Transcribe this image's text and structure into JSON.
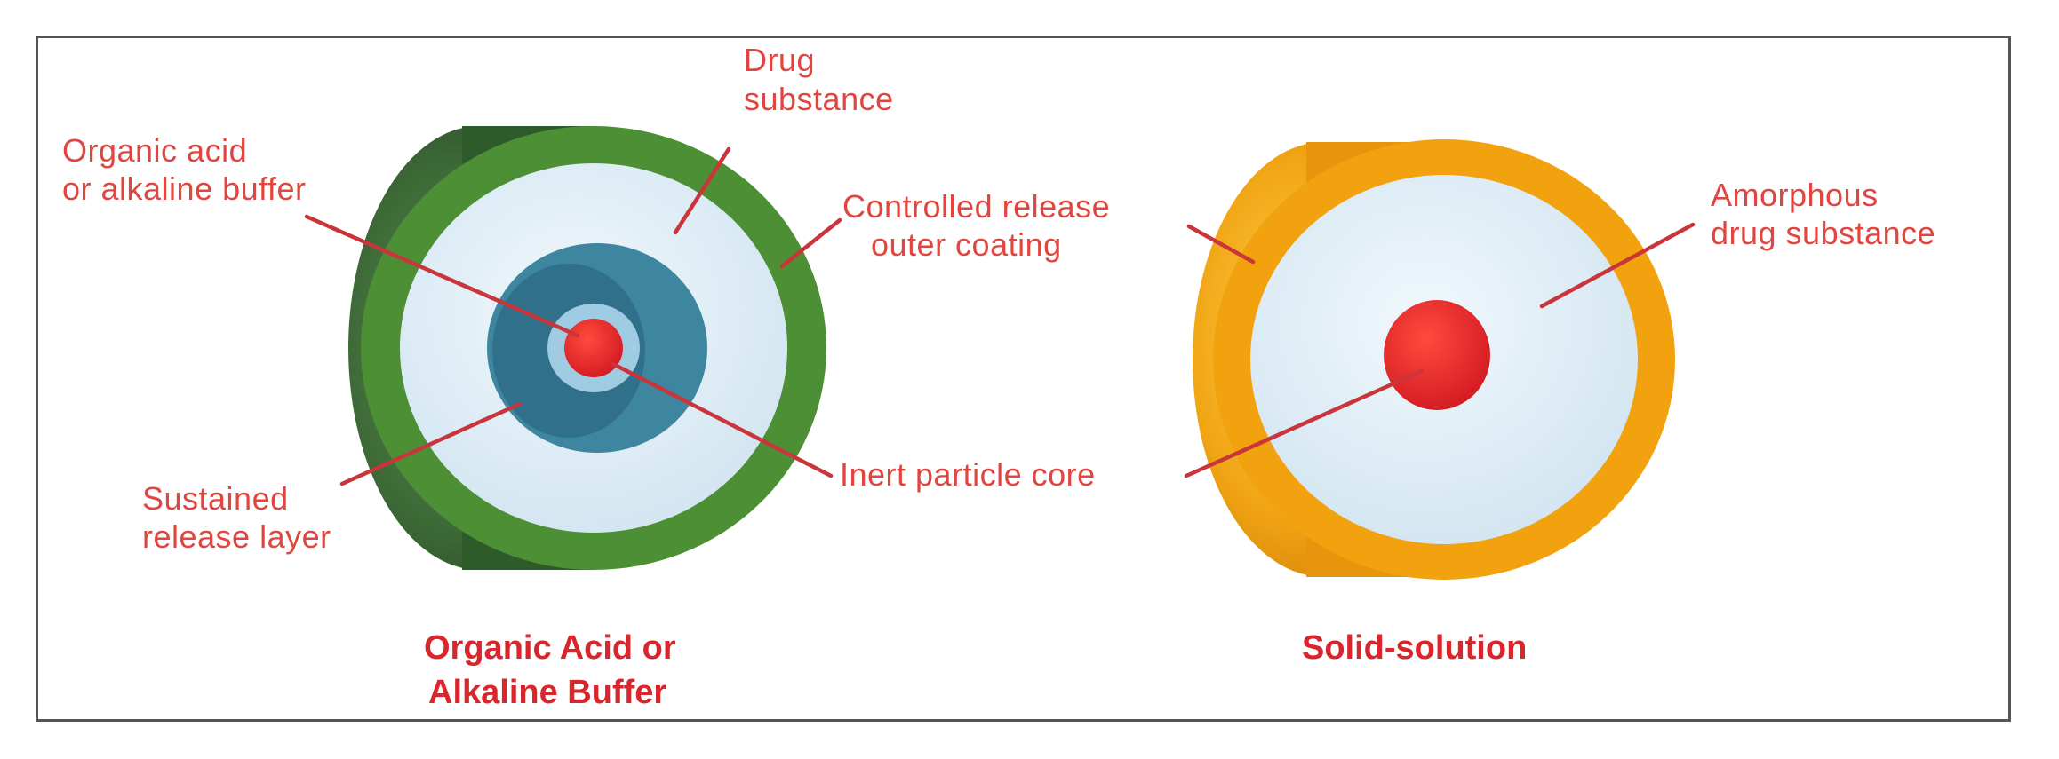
{
  "labels": {
    "drug_substance": [
      "Drug",
      "substance"
    ],
    "organic_acid": [
      "Organic acid",
      "or alkaline buffer"
    ],
    "controlled_release": [
      "Controlled release",
      "outer coating"
    ],
    "sustained_release": [
      "Sustained",
      "release layer"
    ],
    "inert_core": "Inert particle core",
    "amorphous": [
      "Amorphous",
      "drug substance"
    ]
  },
  "captions": {
    "left": [
      "Organic Acid or",
      "Alkaline Buffer"
    ],
    "right": "Solid-solution"
  },
  "colors": {
    "label_red": "#e0463f",
    "caption_red": "#d8262c",
    "green_coating": "#4d8f35",
    "dark_green": "#2f5a2a",
    "light_blue": "#dcecf6",
    "teal": "#3e86a0",
    "dark_teal": "#245f78",
    "core_red": "#e8272c",
    "orange_coating": "#f2a20e",
    "leader_red": "#c9353a"
  }
}
